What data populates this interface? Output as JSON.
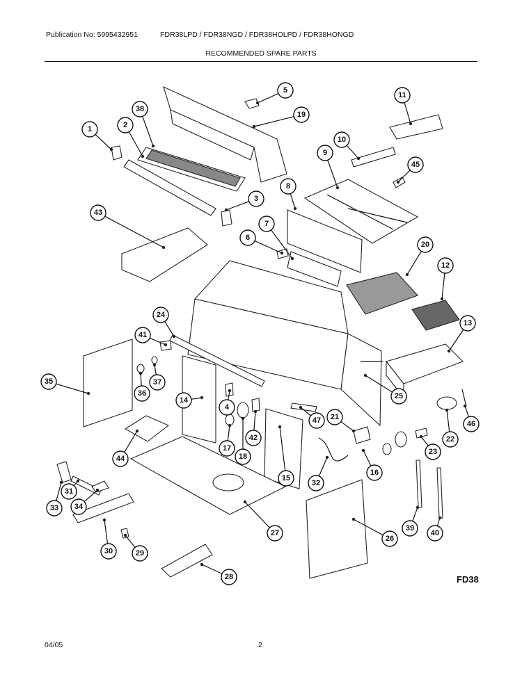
{
  "header": {
    "publication": "Publication No: 5995432951",
    "models": "FDR38LPD / FDR38NGD / FDR38HOLPD / FDR38HONGD",
    "subtitle": "RECOMMENDED SPARE PARTS"
  },
  "callouts": [
    "1",
    "2",
    "3",
    "4",
    "5",
    "6",
    "7",
    "8",
    "9",
    "10",
    "11",
    "12",
    "13",
    "14",
    "15",
    "16",
    "17",
    "18",
    "19",
    "20",
    "21",
    "22",
    "23",
    "24",
    "25",
    "26",
    "27",
    "28",
    "29",
    "30",
    "31",
    "32",
    "33",
    "34",
    "35",
    "36",
    "37",
    "38",
    "39",
    "40",
    "41",
    "42",
    "43",
    "44",
    "45",
    "46",
    "47"
  ],
  "figure_code": "FD38",
  "footer": {
    "date": "04/05",
    "page": "2"
  }
}
